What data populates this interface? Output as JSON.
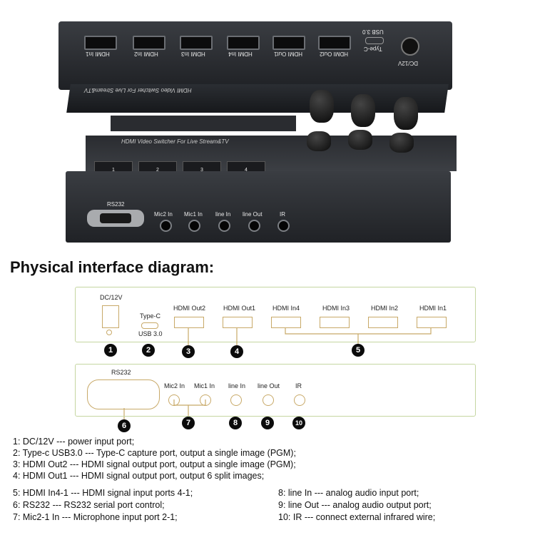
{
  "device_back": {
    "ports": [
      "HDMI In1",
      "HDMI In2",
      "HDMI In3",
      "HDMI In4",
      "HDMI Out1",
      "HDMI Out2"
    ],
    "usb_label": "USB 3.0",
    "typec_label": "Type-C",
    "dc_label": "DC/12V",
    "product_text": "HDMI Video Switcher For Live Stream&TV"
  },
  "device_front": {
    "rs232": "RS232",
    "jacks": [
      "Mic2 In",
      "Mic1 In",
      "line In",
      "line Out",
      "IR"
    ],
    "keys": [
      "1",
      "2",
      "3",
      "4"
    ]
  },
  "heading": "Physical interface diagram:",
  "panel_top": {
    "dc": "DC/12V",
    "typec": "Type-C",
    "usb": "USB 3.0",
    "hdmi": [
      "HDMI Out2",
      "HDMI Out1",
      "HDMI In4",
      "HDMI In3",
      "HDMI In2",
      "HDMI In1"
    ],
    "numbers": [
      "1",
      "2",
      "3",
      "4",
      "5"
    ]
  },
  "panel_bottom": {
    "rs232": "RS232",
    "jacks": [
      "Mic2 In",
      "Mic1 In",
      "line In",
      "line Out",
      "IR"
    ],
    "numbers": [
      "6",
      "7",
      "8",
      "9",
      "10"
    ]
  },
  "descriptions_left": [
    "1: DC/12V --- power input port;",
    "2: Type-c USB3.0 --- Type-C capture port, output a single image (PGM);",
    "3: HDMI Out2 --- HDMI signal output port, output a single image (PGM);",
    "4: HDMI Out1 --- HDMI signal output port, output 6 split images;",
    "5: HDMI In4-1 --- HDMI signal input ports 4-1;",
    "6: RS232 --- RS232 serial port control;",
    "7: Mic2-1 In --- Microphone input port 2-1;"
  ],
  "descriptions_right": [
    "8: line In --- analog audio input port;",
    "9: line Out ---  analog audio output port;",
    "10: IR --- connect external infrared wire;"
  ]
}
